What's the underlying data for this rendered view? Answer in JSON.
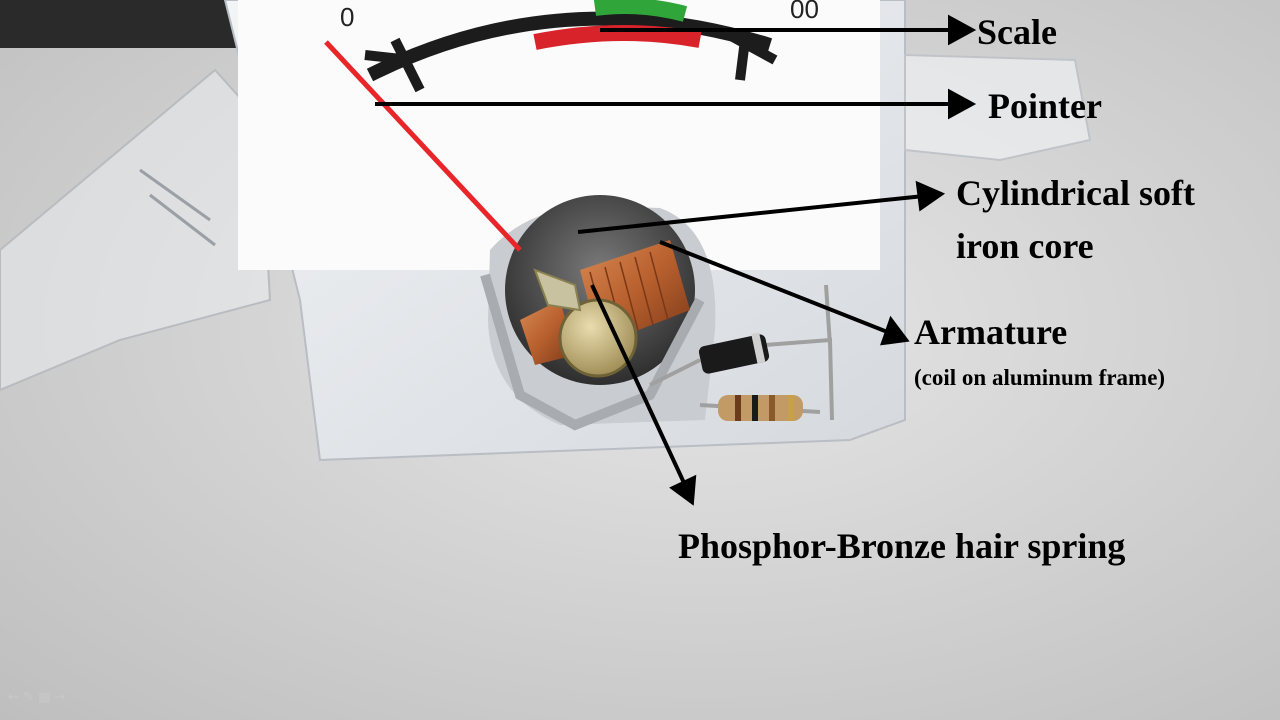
{
  "labels": {
    "scale": "Scale",
    "pointer": "Pointer",
    "core_line1": "Cylindrical soft",
    "core_line2": "iron core",
    "armature": "Armature",
    "armature_detail": "(coil on aluminum frame)",
    "hair_spring": "Phosphor-Bronze hair spring"
  },
  "dial": {
    "start_mark": "0",
    "end_mark": "00"
  },
  "colors": {
    "pointer": "#e8262a",
    "scale_green": "#2fa53a",
    "scale_red": "#d8232a",
    "coil_copper": "#b8602e",
    "arrow": "#000000"
  }
}
